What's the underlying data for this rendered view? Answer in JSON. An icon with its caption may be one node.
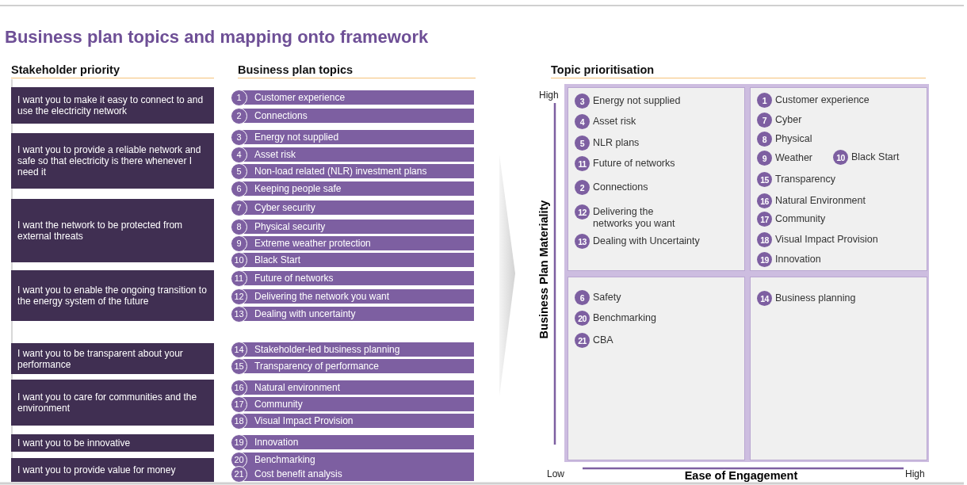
{
  "diagram": {
    "title": "Business plan topics and mapping onto framework",
    "nodes": [
      {
        "text": [
          "I want you to make it easy to connect to and use the electricity network"
        ]
      },
      {
        "text": [
          "I want you to provide a reliable network and safe so that electricity is there whenever I need it"
        ]
      },
      {
        "text": [
          "I want the network to be protected from external threats"
        ]
      },
      {
        "text": [
          "I want you to enable the ongoing transition to the energy system of the future"
        ]
      },
      {
        "text": [
          "I want you to be transparent about your performance"
        ]
      },
      {
        "text": [
          "I want you to care for communities and the environment"
        ]
      },
      {
        "text": [
          "I want you to be innovative"
        ]
      },
      {
        "text": [
          "I want you to provide value for money"
        ]
      },
      {
        "text": [
          "1",
          "Customer experience"
        ]
      },
      {
        "text": [
          "2",
          "Connections"
        ]
      },
      {
        "text": [
          "3",
          "Energy not supplied"
        ]
      },
      {
        "text": [
          "4",
          "Asset risk"
        ]
      },
      {
        "text": [
          "5",
          "Non-load related (NLR) investment plans"
        ]
      },
      {
        "text": [
          "6",
          "Keeping people safe"
        ]
      },
      {
        "text": [
          "7",
          "Cyber security"
        ]
      },
      {
        "text": [
          "8",
          "Physical security"
        ]
      },
      {
        "text": [
          "9",
          "Extreme weather protection"
        ]
      },
      {
        "text": [
          "10",
          "Black Start"
        ]
      },
      {
        "text": [
          "11",
          "Future of networks"
        ]
      },
      {
        "text": [
          "12",
          "Delivering the network you want"
        ]
      },
      {
        "text": [
          "13",
          "Dealing with uncertainty"
        ]
      },
      {
        "text": [
          "14",
          "Stakeholder-led business planning"
        ]
      },
      {
        "text": [
          "15",
          "Transparency of performance"
        ]
      },
      {
        "text": [
          "16",
          "Natural environment"
        ]
      },
      {
        "text": [
          "17",
          "Community"
        ]
      },
      {
        "text": [
          "18",
          "Visual Impact Provision"
        ]
      },
      {
        "text": [
          "19",
          "Innovation"
        ]
      },
      {
        "text": [
          "20",
          "Benchmarking"
        ]
      },
      {
        "text": [
          "21",
          "Cost benefit analysis"
        ]
      },
      {
        "text": [],
        "shape": "box"
      },
      {
        "text": [],
        "shape": "box"
      },
      {
        "text": [],
        "shape": "box"
      },
      {
        "text": [],
        "shape": "box"
      },
      {
        "text": [
          "3",
          "Energy not supplied"
        ],
        "in": 29
      },
      {
        "text": [
          "4",
          "Asset risk"
        ],
        "in": 29
      },
      {
        "text": [
          "5",
          "NLR plans"
        ],
        "in": 29
      },
      {
        "text": [
          "11",
          "Future of networks"
        ],
        "in": 29
      },
      {
        "text": [
          "2",
          "Connections"
        ],
        "in": 29
      },
      {
        "text": [
          "12",
          "Delivering the networks you want"
        ],
        "in": 29
      },
      {
        "text": [
          "13",
          "Dealing with Uncertainty"
        ],
        "in": 29
      },
      {
        "text": [
          "1",
          "Customer experience"
        ],
        "in": 30
      },
      {
        "text": [
          "7",
          "Cyber"
        ],
        "in": 30
      },
      {
        "text": [
          "8",
          "Physical"
        ],
        "in": 30
      },
      {
        "text": [
          "9",
          "Weather"
        ],
        "in": 30
      },
      {
        "text": [
          "10",
          "Black Start"
        ],
        "in": 30
      },
      {
        "text": [
          "15",
          "Transparency"
        ],
        "in": 30
      },
      {
        "text": [
          "16",
          "Natural Environment"
        ],
        "in": 30
      },
      {
        "text": [
          "17",
          "Community"
        ],
        "in": 30
      },
      {
        "text": [
          "18",
          "Visual Impact Provision"
        ],
        "in": 30
      },
      {
        "text": [
          "19",
          "Innovation"
        ],
        "in": 30
      },
      {
        "text": [
          "6",
          "Safety"
        ],
        "in": 31
      },
      {
        "text": [
          "20",
          "Benchmarking"
        ],
        "in": 31
      },
      {
        "text": [
          "21",
          "CBA"
        ],
        "in": 31
      },
      {
        "text": [
          "14",
          "Business planning"
        ],
        "in": 32
      }
    ],
    "labels": [
      "Stakeholder priority",
      "Business plan topics",
      "Topic prioritisation",
      "High",
      "Business Plan Materiality",
      "Low",
      "Ease of Engagement",
      "High"
    ]
  }
}
